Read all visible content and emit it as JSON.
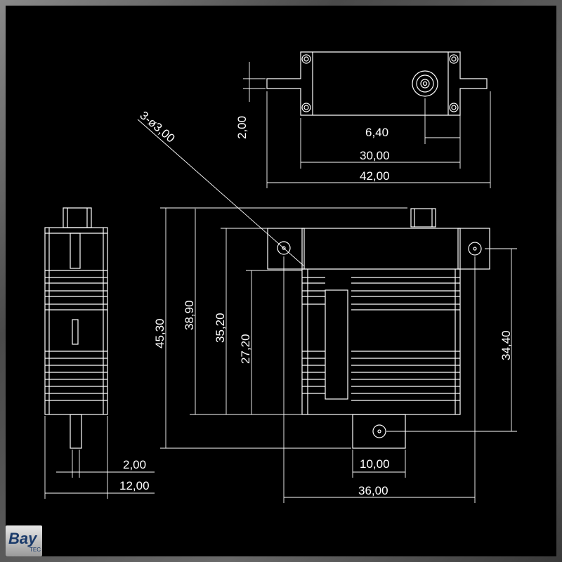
{
  "dimensions": {
    "top_height": "2,00",
    "horn_offset": "6,40",
    "hole_spacing_top": "30,00",
    "overall_length": "42,00",
    "mount_holes": "3-ø3,00",
    "overall_height": "45,30",
    "height_to_top": "38,90",
    "height_to_flange": "35,20",
    "flange_height": "27,20",
    "hole_height": "34,40",
    "side_spline": "2,00",
    "side_width": "12,00",
    "bottom_tab": "10,00",
    "body_width": "36,00"
  },
  "logo": {
    "text": "Bay",
    "sub": "TEC"
  }
}
